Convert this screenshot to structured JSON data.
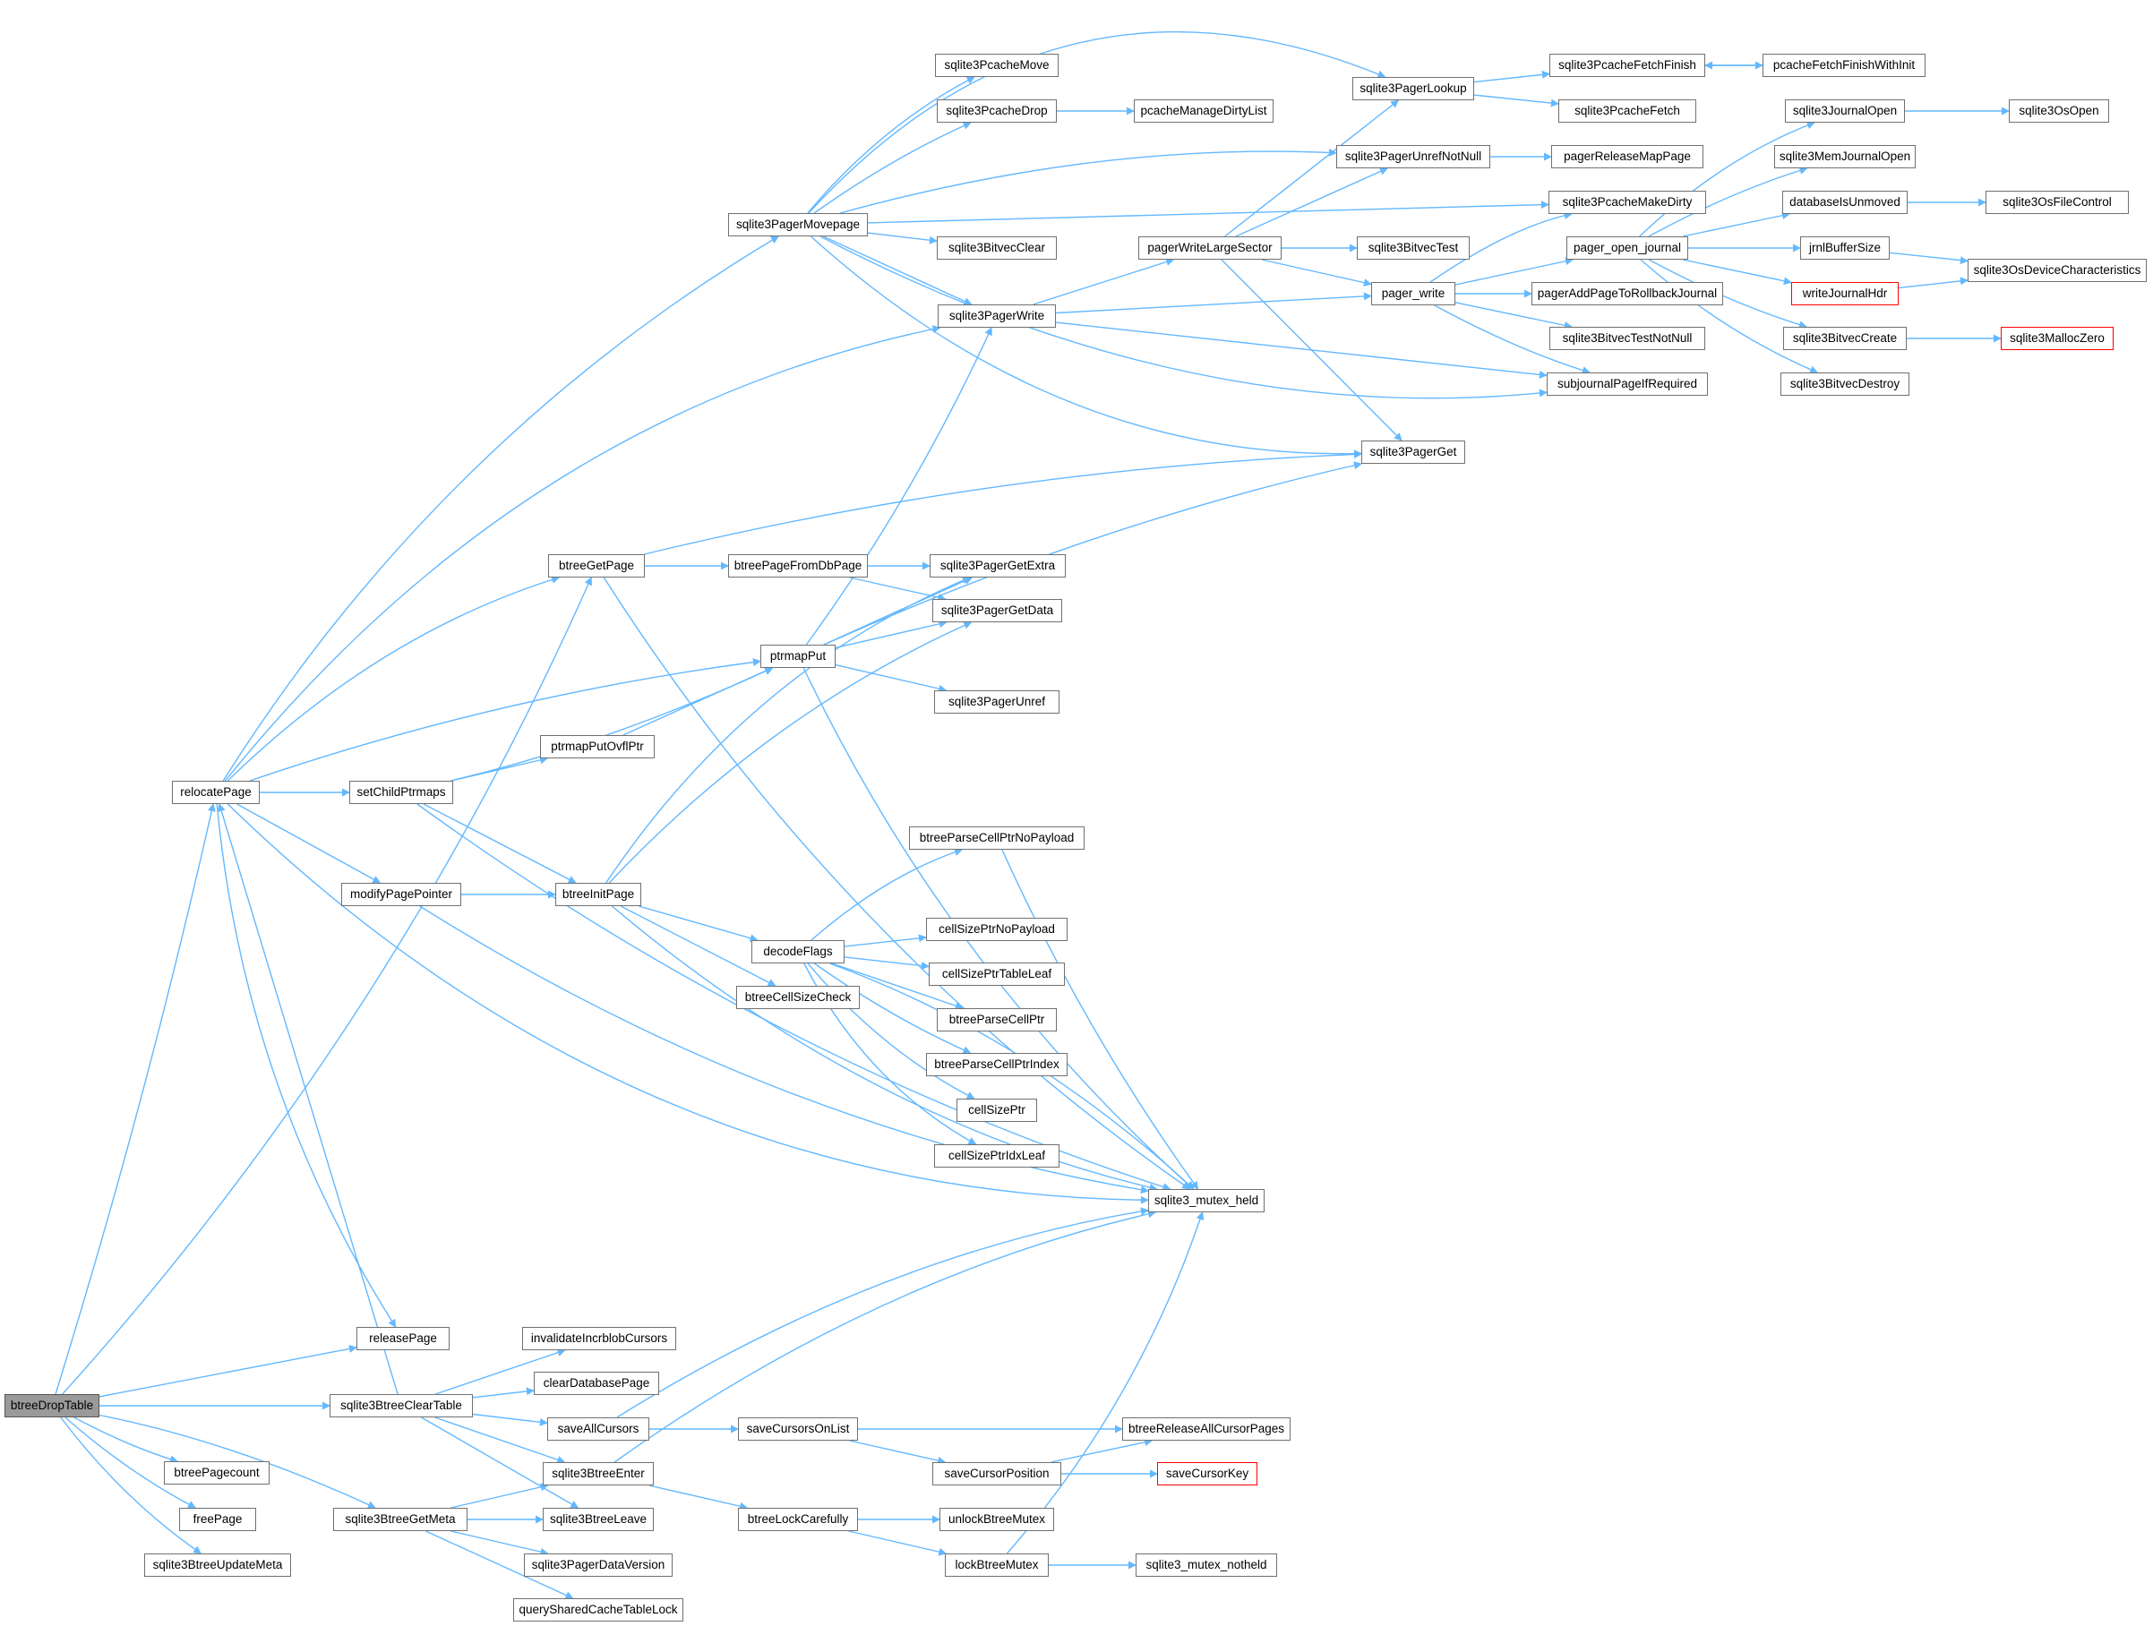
{
  "graph": {
    "title": "",
    "colors": {
      "edge": "#63b8ff",
      "node_border": "#707070",
      "root_fill": "#9a9a9a",
      "truncated_border": "#ff0000"
    },
    "nodes": {
      "n1": "btreeDropTable",
      "n2": "relocatePage",
      "n3": "releasePage",
      "n4": "sqlite3BtreeClearTable",
      "n5": "btreePagecount",
      "n6": "freePage",
      "n7": "sqlite3BtreeGetMeta",
      "n8": "sqlite3BtreeUpdateMeta",
      "n9": "btreeGetPage",
      "n10": "setChildPtrmaps",
      "n11": "modifyPagePointer",
      "n12": "sqlite3PagerMovepage",
      "n13": "ptrmapPut",
      "n14": "ptrmapPutOvflPtr",
      "n15": "btreeInitPage",
      "n16": "btreePageFromDbPage",
      "n17": "sqlite3PagerGetExtra",
      "n18": "sqlite3PagerGetData",
      "n19": "sqlite3PagerUnref",
      "n20": "sqlite3PagerWrite",
      "n21": "sqlite3PcacheMove",
      "n22": "sqlite3PcacheDrop",
      "n23": "pcacheManageDirtyList",
      "n24": "sqlite3BitvecClear",
      "n25": "decodeFlags",
      "n26": "btreeCellSizeCheck",
      "n27": "btreeParseCellPtrNoPayload",
      "n28": "cellSizePtrNoPayload",
      "n29": "cellSizePtrTableLeaf",
      "n30": "btreeParseCellPtr",
      "n31": "btreeParseCellPtrIndex",
      "n32": "cellSizePtr",
      "n33": "cellSizePtrIdxLeaf",
      "n34": "sqlite3_mutex_held",
      "n35": "invalidateIncrblobCursors",
      "n36": "clearDatabasePage",
      "n37": "saveAllCursors",
      "n38": "sqlite3BtreeEnter",
      "n39": "sqlite3BtreeLeave",
      "n40": "sqlite3PagerDataVersion",
      "n41": "querySharedCacheTableLock",
      "n42": "saveCursorsOnList",
      "n43": "saveCursorPosition",
      "n44": "btreeReleaseAllCursorPages",
      "n45": "saveCursorKey",
      "n46": "btreeLockCarefully",
      "n47": "unlockBtreeMutex",
      "n48": "lockBtreeMutex",
      "n49": "sqlite3_mutex_notheld",
      "n50": "sqlite3PagerLookup",
      "n51": "sqlite3PcacheFetchFinish",
      "n52": "pcacheFetchFinishWithInit",
      "n53": "sqlite3PcacheFetch",
      "n54": "sqlite3PagerUnrefNotNull",
      "n55": "pagerReleaseMapPage",
      "n56": "sqlite3PcacheMakeDirty",
      "n57": "pagerWriteLargeSector",
      "n58": "sqlite3BitvecTest",
      "n59": "pager_write",
      "n60": "pager_open_journal",
      "n61": "pagerAddPageToRollbackJournal",
      "n62": "sqlite3BitvecTestNotNull",
      "n63": "subjournalPageIfRequired",
      "n64": "sqlite3PagerGet",
      "n65": "sqlite3JournalOpen",
      "n66": "sqlite3OsOpen",
      "n67": "sqlite3MemJournalOpen",
      "n68": "databaseIsUnmoved",
      "n69": "sqlite3OsFileControl",
      "n70": "jrnlBufferSize",
      "n71": "sqlite3OsDeviceCharacteristics",
      "n72": "writeJournalHdr",
      "n73": "sqlite3BitvecCreate",
      "n74": "sqlite3MallocZero",
      "n75": "sqlite3BitvecDestroy"
    }
  }
}
